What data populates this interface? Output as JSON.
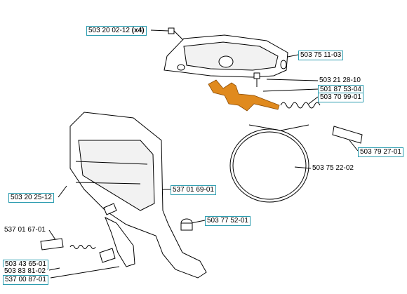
{
  "labels": {
    "screw_top": "503 20 02-12",
    "screw_top_qty": "(x4)",
    "cover": "503 75 11-03",
    "screw_mid": "503 21 28-10",
    "lever": "501 87 53-04",
    "spring": "503 70 99-01",
    "pin": "503 79 27-01",
    "band": "503 75 22-02",
    "screw_left": "503 20 25-12",
    "guard": "537 01 69-01",
    "bushing": "503 77 52-01",
    "small_part": "537 01 67-01",
    "clip": "503 43 65-01",
    "small_spring": "503 83 81-02",
    "knob": "537 00 87-01"
  },
  "colors": {
    "label_border": "#2d9db0",
    "highlight_part": "#e08a1e",
    "line": "#000000"
  }
}
